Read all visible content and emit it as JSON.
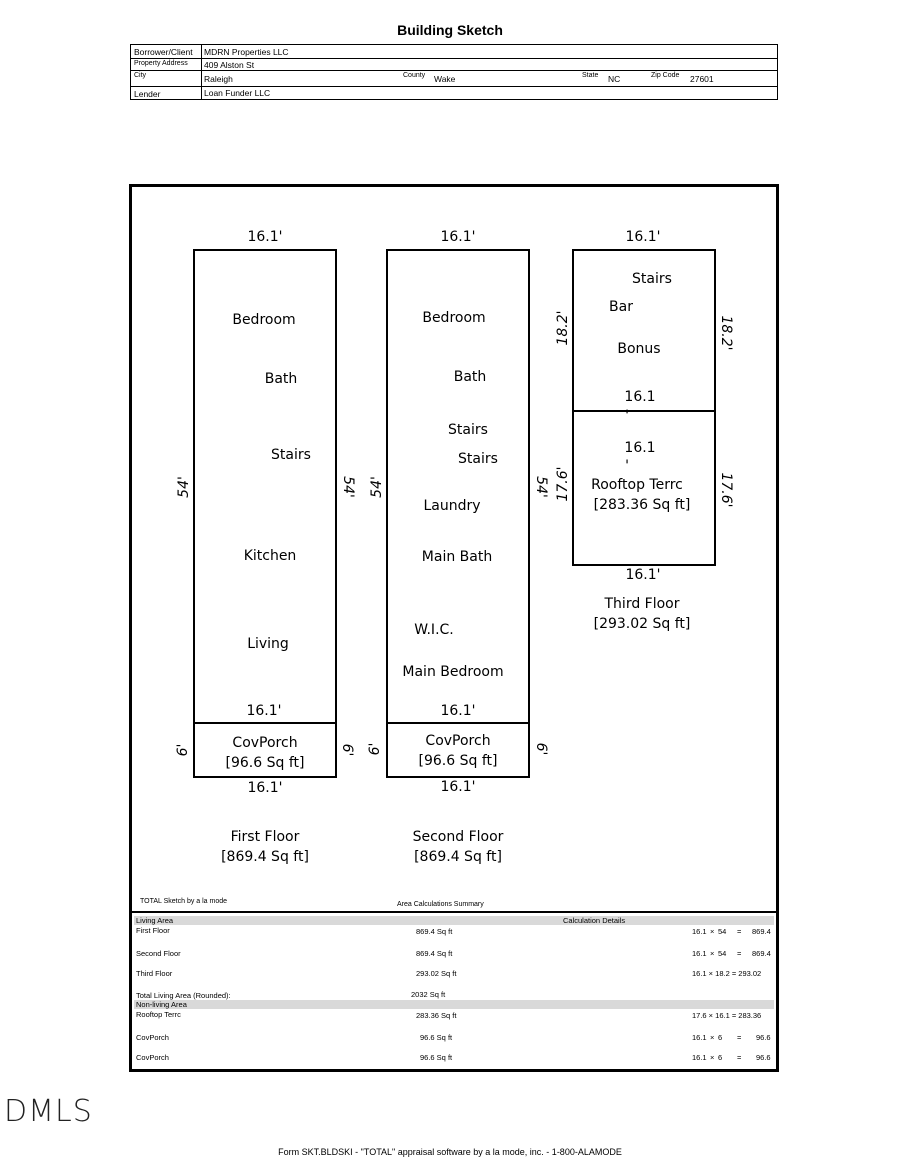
{
  "doc_title": "Building Sketch",
  "header": {
    "borrower_label": "Borrower/Client",
    "borrower": "MDRN Properties LLC",
    "property_label": "Property Address",
    "property": "409 Alston St",
    "city_label": "City",
    "city": "Raleigh",
    "county_label": "County",
    "county": "Wake",
    "state_label": "State",
    "state": "NC",
    "zip_label": "Zip Code",
    "zip": "27601",
    "lender_label": "Lender",
    "lender": "Loan Funder LLC"
  },
  "floor1": {
    "top": "16.1'",
    "left": "54'",
    "right": "54'",
    "rooms": [
      "Bedroom",
      "Bath",
      "Stairs",
      "Kitchen",
      "Living"
    ],
    "bottom": "16.1'",
    "porch": "CovPorch",
    "porch_area": "[96.6 Sq ft]",
    "porch_left": "6'",
    "porch_right": "6'",
    "porch_bottom": "16.1'",
    "name": "First Floor",
    "area": "[869.4 Sq ft]"
  },
  "floor2": {
    "top": "16.1'",
    "left": "54'",
    "right": "54'",
    "rooms": [
      "Bedroom",
      "Bath",
      "Stairs",
      "Stairs",
      "Laundry",
      "Main Bath",
      "W.I.C.",
      "Main Bedroom"
    ],
    "bottom": "16.1'",
    "porch": "CovPorch",
    "porch_area": "[96.6 Sq ft]",
    "porch_left": "6'",
    "porch_right": "6'",
    "porch_bottom": "16.1'",
    "name": "Second Floor",
    "area": "[869.4 Sq ft]"
  },
  "floor3": {
    "top": "16.1'",
    "left_upper": "18.2'",
    "right_upper": "18.2'",
    "rooms": [
      "Stairs",
      "Bar",
      "Bonus"
    ],
    "mid": "16.1",
    "tick1": "'",
    "mid2": "16.1",
    "tick2": "'",
    "left_lower": "17.6'",
    "right_lower": "17.6'",
    "terrace": "Rooftop Terrc",
    "terrace_area": "[283.36 Sq ft]",
    "bottom": "16.1'",
    "name": "Third Floor",
    "area": "[293.02 Sq ft]"
  },
  "sketch_credit": "TOTAL Sketch by a la mode",
  "summary": {
    "title": "Area Calculations Summary",
    "living_label": "Living Area",
    "calc_label": "Calculation Details",
    "rows": [
      {
        "name": "First Floor",
        "area": "869.4 Sq ft",
        "a": "16.1",
        "x": "×",
        "b": "54",
        "eq": "=",
        "r": "869.4"
      },
      {
        "name": "Second Floor",
        "area": "869.4 Sq ft",
        "a": "16.1",
        "x": "×",
        "b": "54",
        "eq": "=",
        "r": "869.4"
      },
      {
        "name": "Third Floor",
        "area": "293.02 Sq ft",
        "calc": "16.1 × 18.2 = 293.02"
      }
    ],
    "total_label": "Total Living Area (Rounded):",
    "total": "2032 Sq ft",
    "nonliving_label": "Non-living Area",
    "nonliving": [
      {
        "name": "Rooftop Terrc",
        "area": "283.36 Sq ft",
        "calc": "17.6 × 16.1 = 283.36"
      },
      {
        "name": "CovPorch",
        "area": "96.6 Sq ft",
        "a": "16.1",
        "x": "×",
        "b": "6",
        "eq": "=",
        "r": "96.6"
      },
      {
        "name": "CovPorch",
        "area": "96.6 Sq ft",
        "a": "16.1",
        "x": "×",
        "b": "6",
        "eq": "=",
        "r": "96.6"
      }
    ]
  },
  "watermark": "DMLS",
  "footer": "Form SKT.BLDSKI - \"TOTAL\" appraisal software by a la mode, inc. - 1-800-ALAMODE"
}
